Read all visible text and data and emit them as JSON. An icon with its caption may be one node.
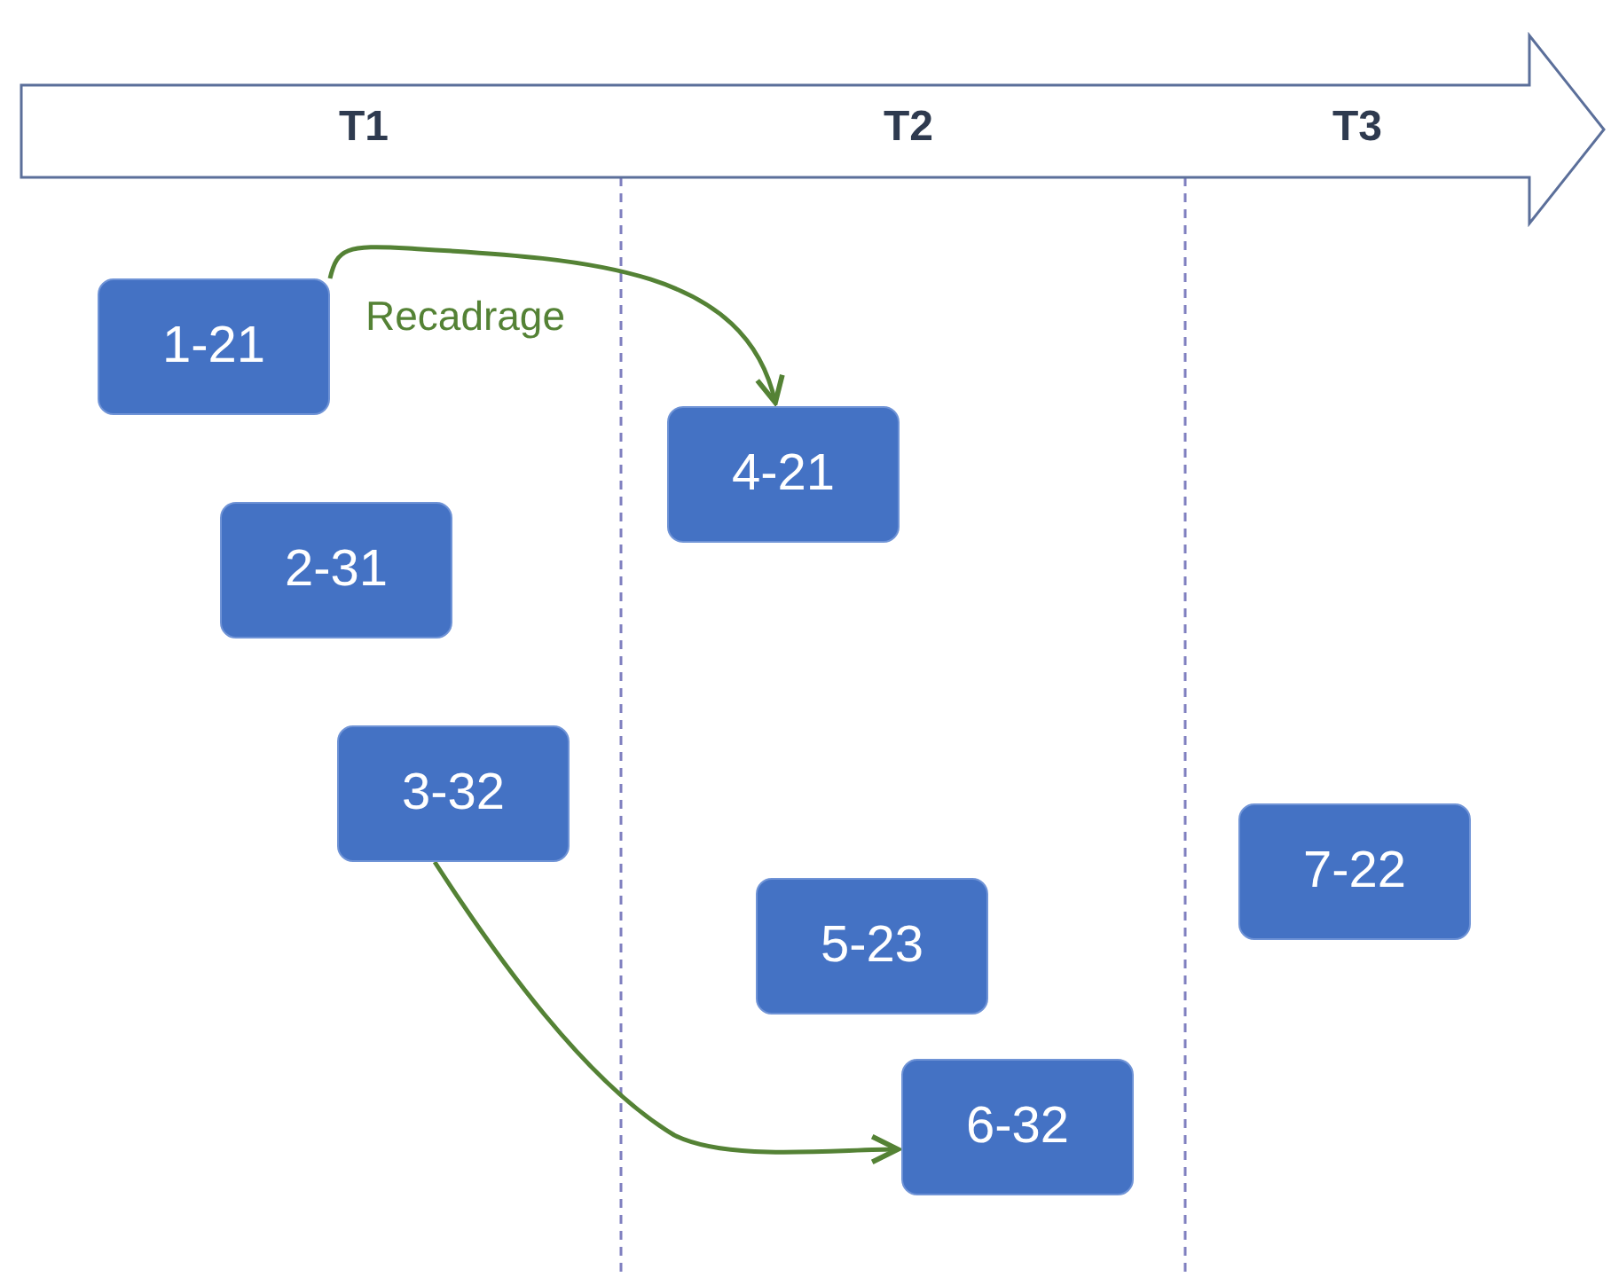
{
  "diagram": {
    "nodes": [
      {
        "text": [
          "T1",
          "T2",
          "T3"
        ]
      },
      {
        "text": [
          "1-21"
        ]
      },
      {
        "text": [
          "2-31"
        ]
      },
      {
        "text": [
          "3-32"
        ]
      },
      {
        "text": [
          "4-21"
        ]
      },
      {
        "text": [
          "5-23"
        ]
      },
      {
        "text": [
          "6-32"
        ]
      },
      {
        "text": [
          "7-22"
        ]
      }
    ],
    "edges": [
      {
        "from": 1,
        "to": 4,
        "arrow": "to",
        "label": "Recadrage"
      },
      {
        "from": 3,
        "to": 6,
        "arrow": "to"
      }
    ]
  }
}
